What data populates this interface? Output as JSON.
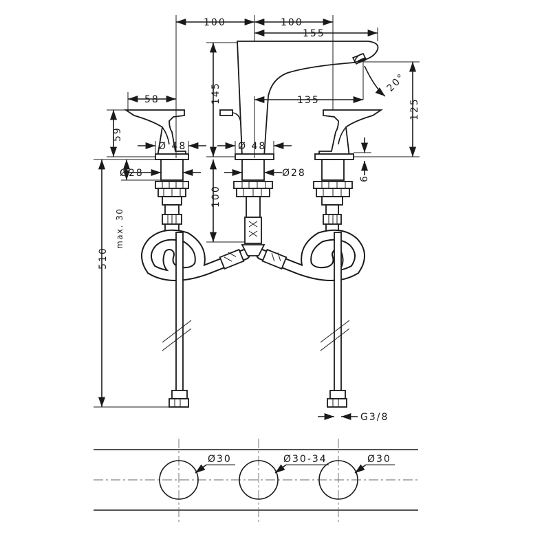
{
  "dimensions": {
    "d_100_left": "100",
    "d_100_right": "100",
    "d_155": "155",
    "d_145": "145",
    "d_135": "135",
    "d_58": "58",
    "d_59": "59",
    "d_20deg": "20°",
    "d_125": "125",
    "d_diam48_left": "Ø 48",
    "d_diam48_mid": "Ø 48",
    "d_6": "6",
    "d_diam28_left": "Ø28",
    "d_diam28_right": "Ø28",
    "d_100_vert": "100",
    "d_max30": "max. 30",
    "d_510": "510",
    "d_g38": "G3/8"
  },
  "cutout": {
    "left_hole": "Ø30",
    "mid_hole": "Ø30-34",
    "right_hole": "Ø30"
  }
}
